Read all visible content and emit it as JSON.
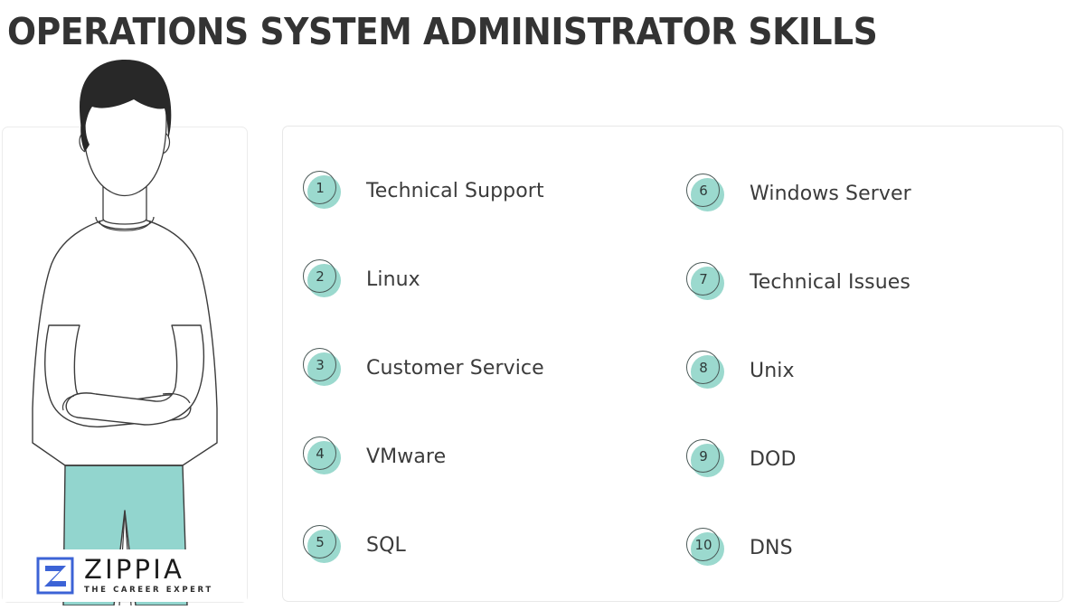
{
  "page": {
    "title": "OPERATIONS SYSTEM ADMINISTRATOR SKILLS",
    "background_color": "#ffffff",
    "title_color": "#333333",
    "accent_color": "#9bd9ce",
    "text_color": "#3b3b3b",
    "card_border_color": "#e8e8e8"
  },
  "illustration": {
    "alt": "line-art illustration of a person with crossed arms",
    "hair_color": "#282828",
    "shirt_color": "#ffffff",
    "pants_color": "#92d5ce",
    "outline_color": "#3c3c3c"
  },
  "logo": {
    "mark": "zippia-z-icon",
    "wordmark": "ZIPPIA",
    "tagline": "THE CAREER EXPERT",
    "mark_color": "#3c63d6",
    "wordmark_color": "#1b1b1b"
  },
  "skills": {
    "columns": [
      {
        "items": [
          {
            "rank": "1",
            "label": "Technical Support"
          },
          {
            "rank": "2",
            "label": "Linux"
          },
          {
            "rank": "3",
            "label": "Customer Service"
          },
          {
            "rank": "4",
            "label": "VMware"
          },
          {
            "rank": "5",
            "label": "SQL"
          }
        ]
      },
      {
        "items": [
          {
            "rank": "6",
            "label": "Windows Server"
          },
          {
            "rank": "7",
            "label": "Technical Issues"
          },
          {
            "rank": "8",
            "label": "Unix"
          },
          {
            "rank": "9",
            "label": "DOD"
          },
          {
            "rank": "10",
            "label": "DNS"
          }
        ]
      }
    ]
  }
}
